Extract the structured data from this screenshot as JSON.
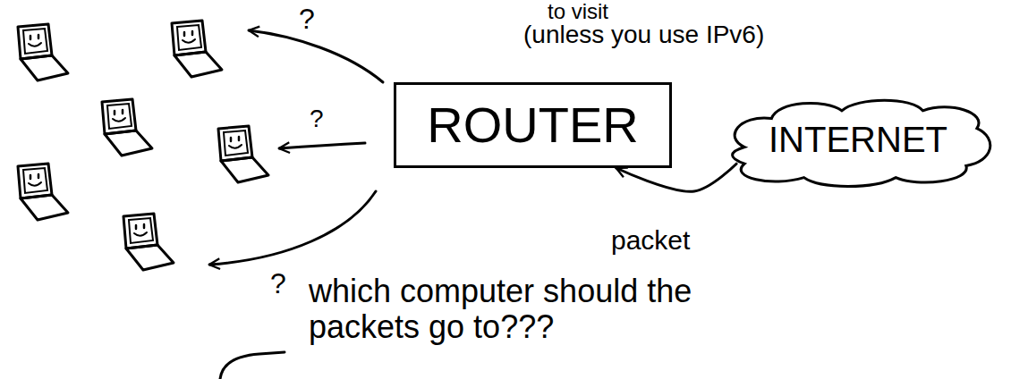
{
  "diagram": {
    "nodes": [
      {
        "text": [
          "ROUTER"
        ]
      },
      {
        "text": [
          "INTERNET"
        ]
      }
    ],
    "edges": [
      {
        "from": 1,
        "to": 0,
        "label": "packet",
        "arrow": "to"
      }
    ],
    "labels": [
      "to visit",
      "(unless you use IPv6)",
      "?",
      "?",
      "?",
      "which computer should the packets go to???"
    ]
  }
}
